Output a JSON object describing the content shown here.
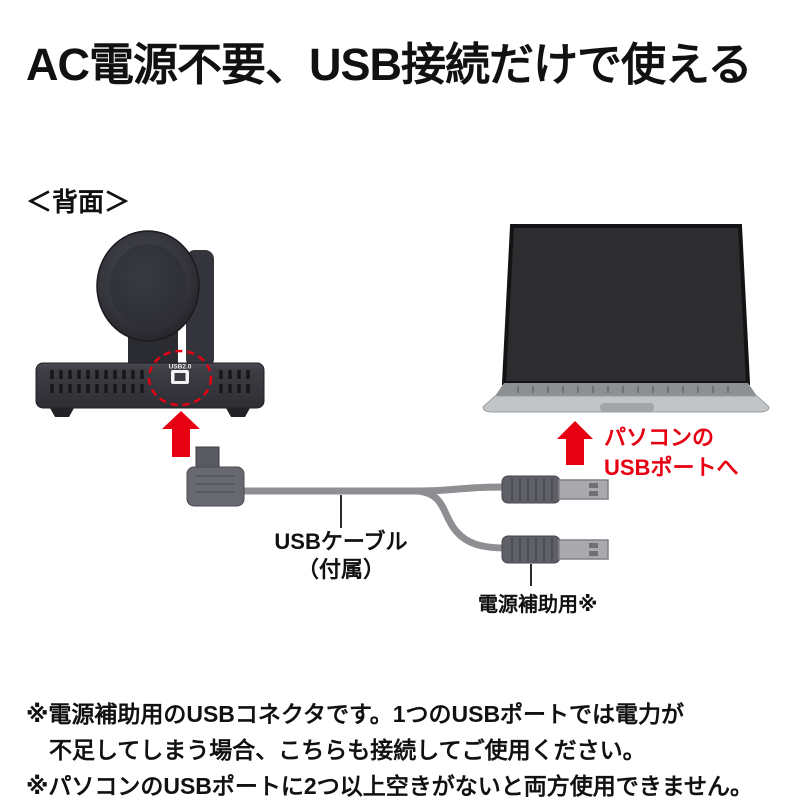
{
  "title": "AC電源不要、USB接続だけで使える",
  "labels": {
    "back_view": "＜背面＞",
    "port": "USB2.0",
    "cable_line1": "USBケーブル",
    "cable_line2": "（付属）",
    "aux": "電源補助用※",
    "pc_line1": "パソコンの",
    "pc_line2": "USBポートへ"
  },
  "footnotes": [
    "※電源補助用のUSBコネクタです。1つのUSBポートでは電力が",
    "　不足してしまう場合、こちらも接続してご使用ください。",
    "※パソコンのUSBポートに2つ以上空きがないと両方使用できません。"
  ],
  "colors": {
    "accent_red": "#e60012",
    "cable_gray": "#8f8f93",
    "camera_body": "#3b3b42",
    "laptop_screen": "#2d2d2f",
    "laptop_base": "#c2c5c7",
    "text": "#111111"
  }
}
